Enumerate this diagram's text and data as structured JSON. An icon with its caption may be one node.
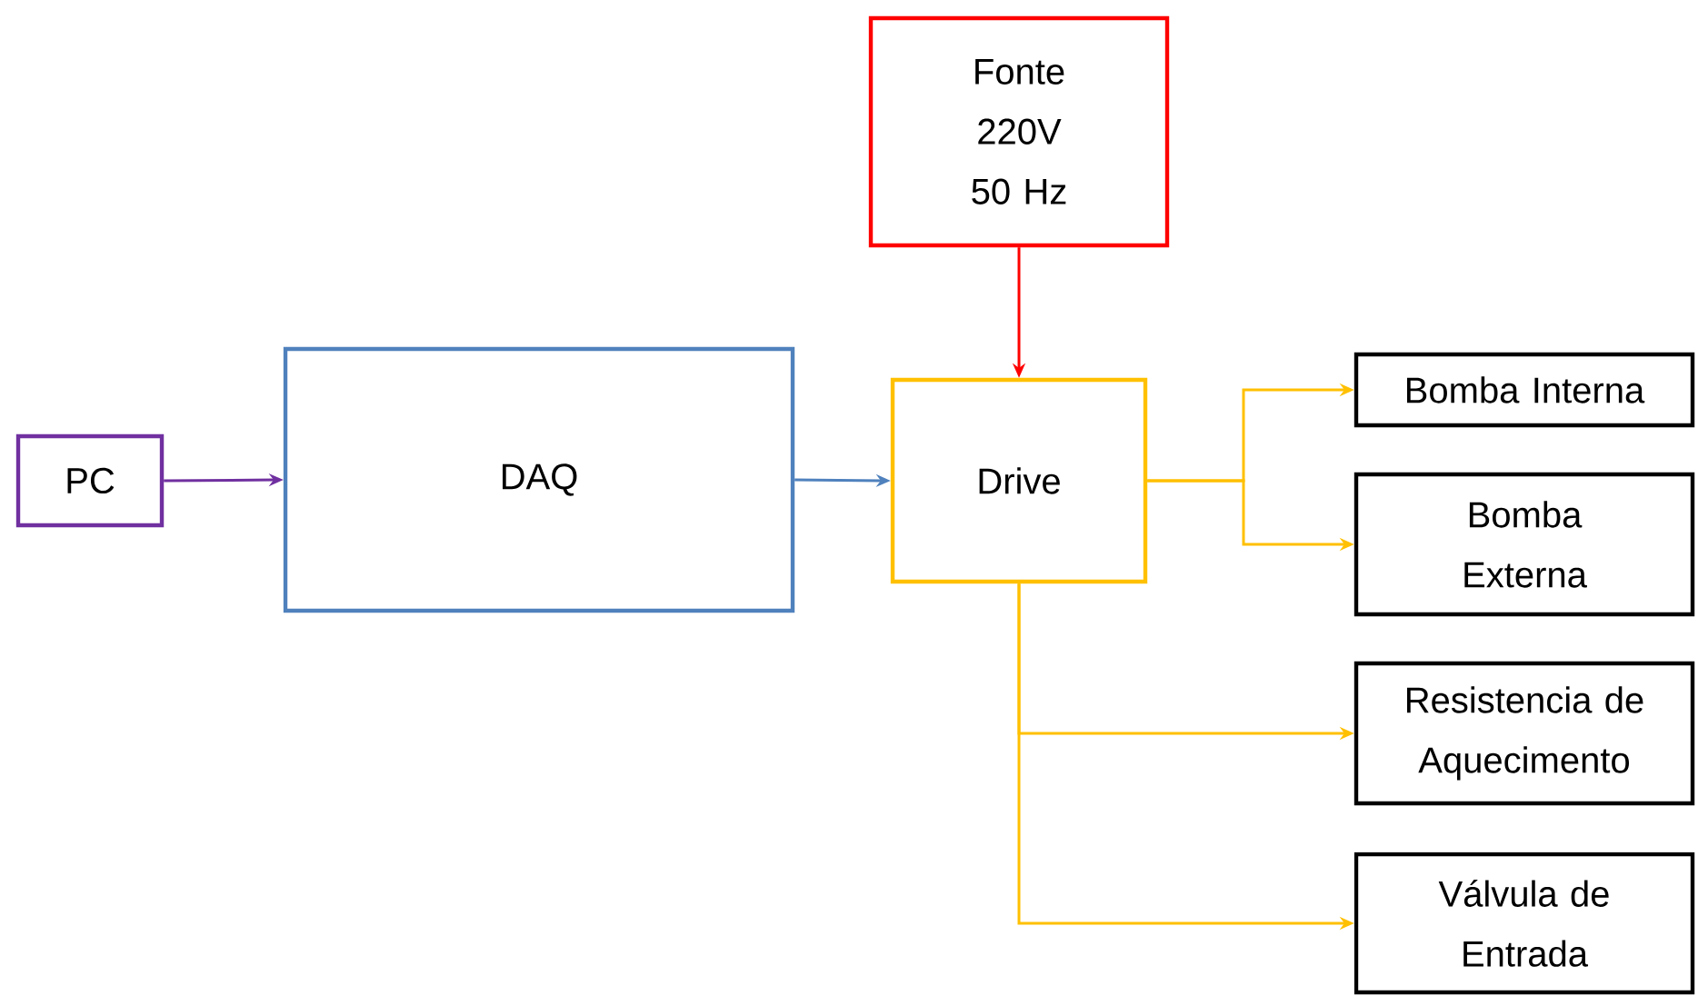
{
  "diagram": {
    "nodes": [
      {
        "text": [
          "PC"
        ]
      },
      {
        "text": [
          "DAQ"
        ]
      },
      {
        "text": [
          "Fonte 220V 50 Hz"
        ]
      },
      {
        "text": [
          "Drive"
        ]
      },
      {
        "text": [
          "Bomba Interna"
        ]
      },
      {
        "text": [
          "Bomba Externa"
        ]
      },
      {
        "text": [
          "Resistencia de Aquecimento"
        ]
      },
      {
        "text": [
          "Válvula de Entrada"
        ]
      }
    ],
    "edges": [
      {
        "from": 0,
        "to": 1,
        "arrow": "to",
        "color": "#7030a0"
      },
      {
        "from": 1,
        "to": 3,
        "arrow": "to",
        "color": "#4f81bd"
      },
      {
        "from": 2,
        "to": 3,
        "arrow": "to",
        "color": "#ff0000"
      },
      {
        "from": 3,
        "to": 4,
        "arrow": "to",
        "color": "#ffc000"
      },
      {
        "from": 3,
        "to": 5,
        "arrow": "to",
        "color": "#ffc000"
      },
      {
        "from": 3,
        "to": 6,
        "arrow": "to",
        "color": "#ffc000"
      },
      {
        "from": 3,
        "to": 7,
        "arrow": "to",
        "color": "#ffc000"
      }
    ]
  }
}
